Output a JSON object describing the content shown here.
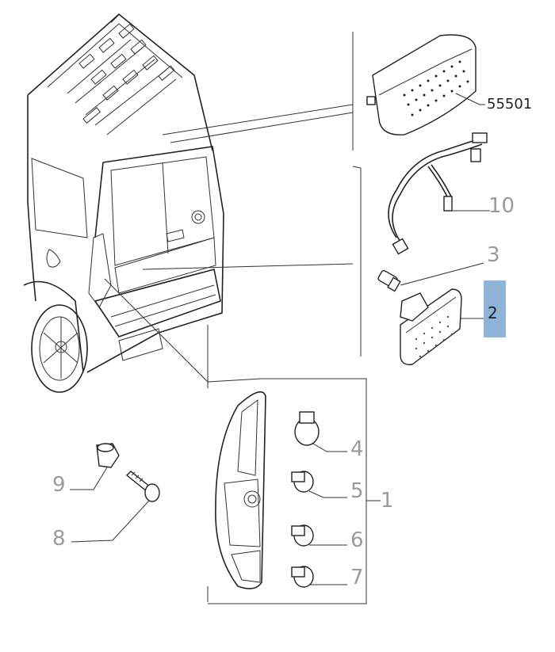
{
  "diagram": {
    "callouts": [
      {
        "id": "c55501",
        "label": "55501",
        "color": "#222222"
      },
      {
        "id": "c10",
        "label": "10",
        "color": "#9a9a9a"
      },
      {
        "id": "c3",
        "label": "3",
        "color": "#9a9a9a"
      },
      {
        "id": "c2",
        "label": "2",
        "color": "#222222",
        "highlighted": true
      },
      {
        "id": "c4",
        "label": "4",
        "color": "#9a9a9a"
      },
      {
        "id": "c5",
        "label": "5",
        "color": "#9a9a9a"
      },
      {
        "id": "c6",
        "label": "6",
        "color": "#9a9a9a"
      },
      {
        "id": "c7",
        "label": "7",
        "color": "#9a9a9a"
      },
      {
        "id": "c1",
        "label": "1",
        "color": "#9a9a9a"
      },
      {
        "id": "c9",
        "label": "9",
        "color": "#9a9a9a"
      },
      {
        "id": "c8",
        "label": "8",
        "color": "#9a9a9a"
      }
    ],
    "highlight_color": "#8fb4d8"
  }
}
